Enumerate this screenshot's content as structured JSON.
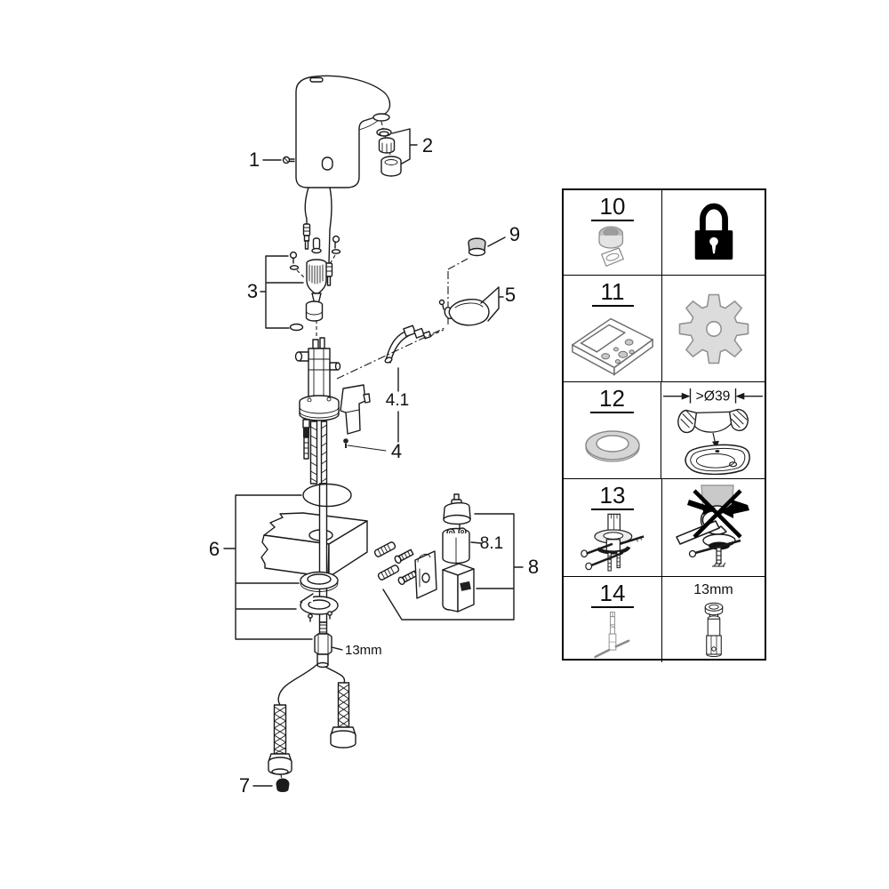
{
  "colors": {
    "line": "#1a1a1a",
    "light_gray": "#d9d9d9",
    "mid_gray": "#8f8f8f",
    "black": "#000000"
  },
  "callouts": {
    "n1": "1",
    "n2": "2",
    "n3": "3",
    "n4": "4",
    "n4_1": "4.1",
    "n5": "5",
    "n6": "6",
    "n7": "7",
    "n8": "8",
    "n8_1": "8.1",
    "n9": "9",
    "nut_size_label": "13mm"
  },
  "parts_table": {
    "rows": [
      {
        "number": "10",
        "left_icon": "covering-cap-and-clip-icon",
        "right_icon": "padlock-icon"
      },
      {
        "number": "11",
        "left_icon": "remote-control-icon",
        "right_icon": "gear-icon"
      },
      {
        "number": "12",
        "left_icon": "washer-ring-icon",
        "right_icon": "basin-hole-diagram-icon",
        "right_label": ">Ø39"
      },
      {
        "number": "13",
        "left_icon": "fixation-set-icon",
        "right_icon": "no-wrench-warning-icon"
      },
      {
        "number": "14",
        "left_icon": "socket-wrench-tool-icon",
        "right_icon": "socket-adapter-icon",
        "right_label": "13mm"
      }
    ]
  }
}
